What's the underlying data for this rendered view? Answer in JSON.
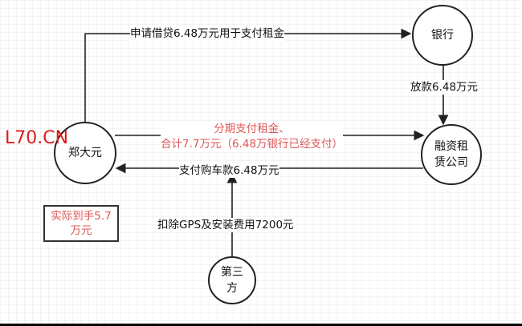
{
  "watermark": "L70.CN",
  "nodes": {
    "zheng": "郑大元",
    "bank": "银行",
    "leasing_line1": "融资租",
    "leasing_line2": "赁公司",
    "third_line1": "第三",
    "third_line2": "方"
  },
  "edges": {
    "loan_apply": "申请借贷6.48万元用于支付租金",
    "disburse": "放款6.48万元",
    "installment_line1": "分期支付租金、",
    "installment_line2": "合计7.7万元（6.48万银行已经支付）",
    "car_payment": "支付购车款6.48万元",
    "deduct": "扣除GPS及安装费用7200元"
  },
  "note": {
    "line1": "实际到手5.7",
    "line2": "万元"
  },
  "colors": {
    "edge": "#222222",
    "highlight": "#e25555",
    "watermark": "#e01b1b"
  }
}
